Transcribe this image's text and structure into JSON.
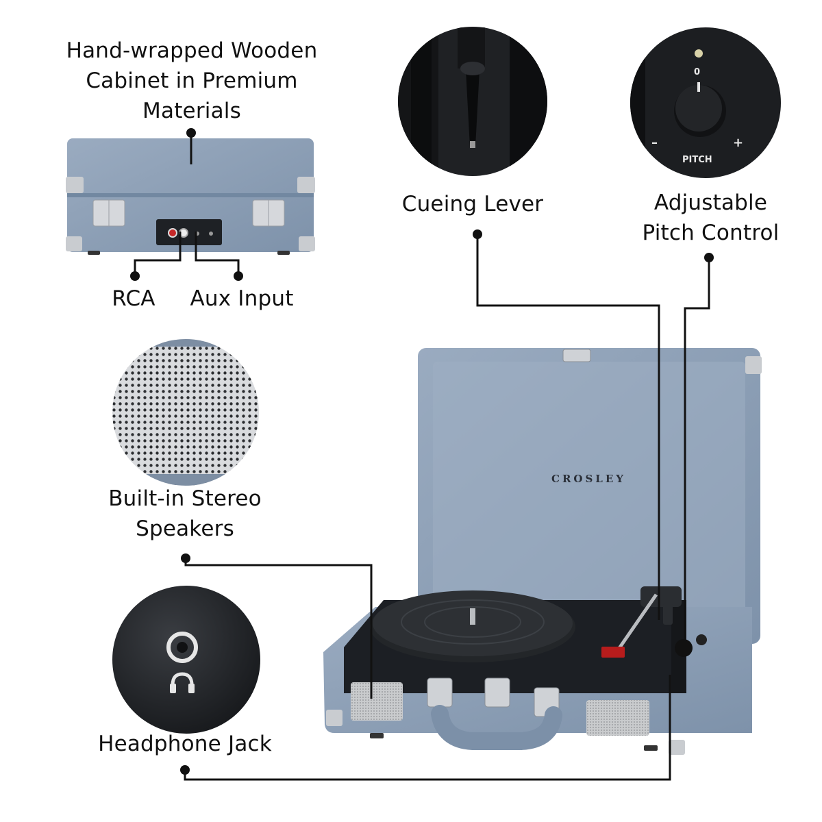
{
  "features": {
    "cabinet": {
      "lines": [
        "Hand-wrapped Wooden",
        "Cabinet in Premium",
        "Materials"
      ]
    },
    "rca": "RCA",
    "aux_input": "Aux Input",
    "cueing_lever": "Cueing Lever",
    "pitch_control": {
      "lines": [
        "Adjustable",
        "Pitch Control"
      ]
    },
    "speakers": {
      "lines": [
        "Built-in Stereo",
        "Speakers"
      ]
    },
    "headphone_jack": "Headphone Jack"
  },
  "product": {
    "brand": "CROSLEY",
    "pitch_panel": {
      "zero": "0",
      "minus": "–",
      "plus": "+",
      "label": "PITCH"
    }
  },
  "colors": {
    "denim": "#8fa2b8",
    "denim_dark": "#6f839b",
    "plinth": "#1c1f24",
    "callout": "#111111"
  }
}
